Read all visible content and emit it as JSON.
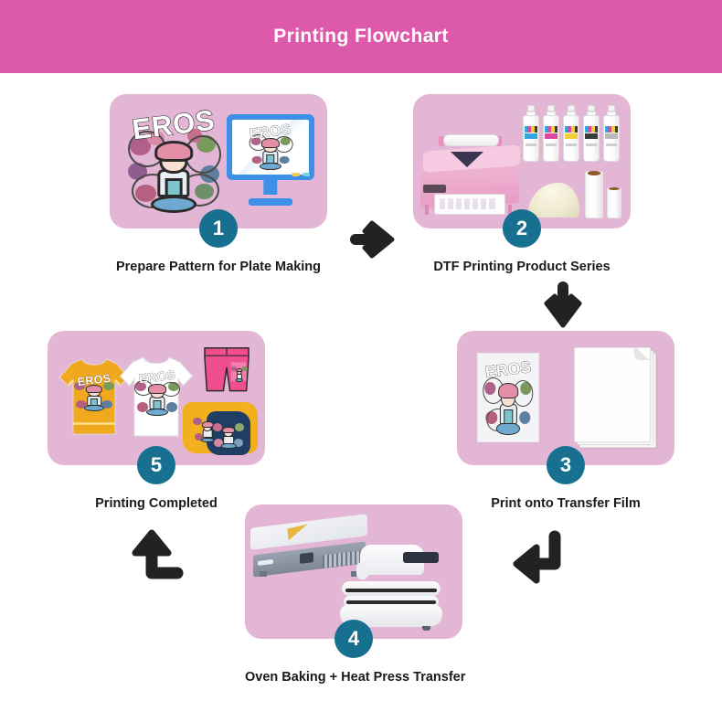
{
  "header": {
    "title": "Printing Flowchart",
    "background_color": "#dd5aaa",
    "text_color": "#ffffff"
  },
  "theme": {
    "card_background": "#e3b6d6",
    "badge_color": "#17708f",
    "badge_text_color": "#ffffff",
    "label_color": "#1a1a1a",
    "arrow_color": "#222222",
    "page_background": "#ffffff"
  },
  "artwork": {
    "word": "EROS",
    "description": "EROS arched lettering over an ornate floral character illustration"
  },
  "steps": [
    {
      "number": "1",
      "label": "Prepare Pattern for Plate Making",
      "contents": [
        "eros-artwork",
        "desktop-monitor"
      ]
    },
    {
      "number": "2",
      "label": "DTF Printing Product Series",
      "contents": [
        "dtf-printer",
        "ink-bottles",
        "hot-melt-powder",
        "transfer-film-rolls"
      ]
    },
    {
      "number": "3",
      "label": "Print onto Transfer Film",
      "contents": [
        "printed-transfer-film",
        "blank-film-stack"
      ]
    },
    {
      "number": "4",
      "label": "Oven Baking + Heat Press Transfer",
      "contents": [
        "powder-shaker-oven",
        "heat-press-machine"
      ]
    },
    {
      "number": "5",
      "label": "Printing Completed",
      "contents": [
        "yellow-tshirt",
        "white-tshirt",
        "pink-shorts",
        "yellow-pillow",
        "navy-pillow"
      ]
    }
  ],
  "ink_bottles": [
    {
      "name": "cyan-ink",
      "color": "#2fa9dd"
    },
    {
      "name": "magenta-ink",
      "color": "#e0489c"
    },
    {
      "name": "yellow-ink",
      "color": "#f2d03a"
    },
    {
      "name": "black-ink",
      "color": "#3a3a3a"
    },
    {
      "name": "white-ink",
      "color": "#b9b9b9"
    }
  ],
  "arrows": [
    {
      "name": "arrow-step1-to-step2",
      "direction": "right"
    },
    {
      "name": "arrow-step2-to-step3",
      "direction": "down"
    },
    {
      "name": "arrow-step3-to-step4",
      "direction": "down-left-elbow"
    },
    {
      "name": "arrow-step4-to-step5",
      "direction": "right-up-elbow"
    }
  ],
  "garments": {
    "yellow_tshirt_color": "#f0a81f",
    "white_tshirt_color": "#ffffff",
    "shorts_color": "#ef4f8e",
    "yellow_pillow_color": "#f2b01c",
    "navy_pillow_color": "#1e3f63"
  }
}
